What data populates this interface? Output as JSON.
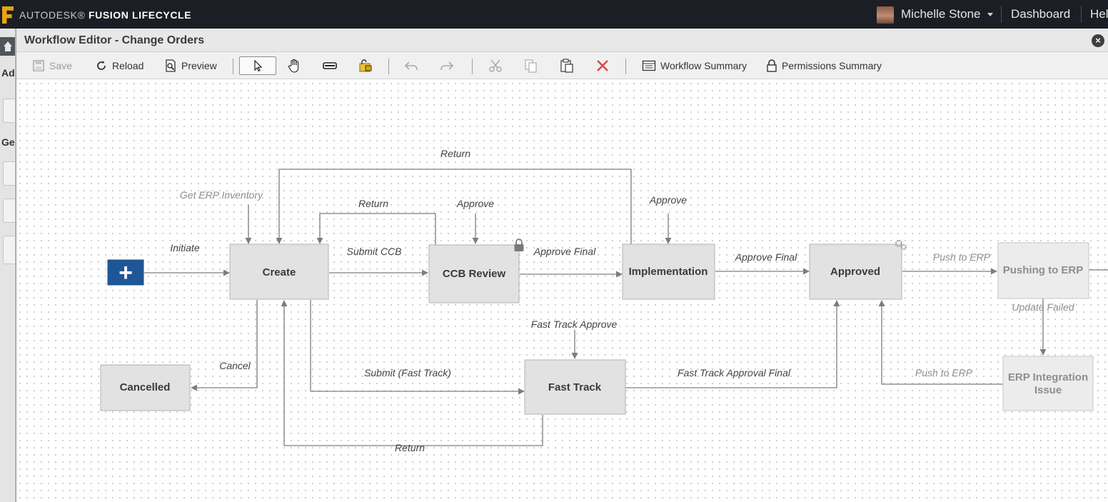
{
  "app": {
    "brand_prefix": "AUTODESK®",
    "brand_name": "FUSION LIFECYCLE",
    "user_name": "Michelle Stone",
    "links": [
      "Dashboard",
      "Hel"
    ]
  },
  "background_page": {
    "labels": [
      "Ad",
      "Ge"
    ]
  },
  "dialog": {
    "title": "Workflow Editor - Change Orders",
    "close_label": "×"
  },
  "toolbar": {
    "save": "Save",
    "reload": "Reload",
    "preview": "Preview",
    "workflow_summary": "Workflow Summary",
    "permissions_summary": "Permissions Summary",
    "tool_icons": [
      "select-arrow-icon",
      "hand-icon",
      "transition-icon",
      "hide-label-icon",
      "undo-icon",
      "redo-icon",
      "cut-icon",
      "copy-icon",
      "paste-icon",
      "delete-icon"
    ]
  },
  "workflow": {
    "states": {
      "start": "+",
      "create": "Create",
      "ccb_review": "CCB Review",
      "implementation": "Implementation",
      "approved": "Approved",
      "pushing_to_erp": "Pushing to ERP",
      "cancelled": "Cancelled",
      "fast_track": "Fast Track",
      "erp_issue_line1": "ERP Integration",
      "erp_issue_line2": "Issue"
    },
    "transitions": {
      "initiate": "Initiate",
      "get_erp_inventory": "Get ERP Inventory",
      "return_top": "Return",
      "return_ccb": "Return",
      "approve_ccb": "Approve",
      "submit_ccb": "Submit CCB",
      "approve_final_ccb": "Approve Final",
      "approve_impl": "Approve",
      "approve_final_impl": "Approve Final",
      "push_to_erp": "Push to ERP",
      "update_failed": "Update Failed",
      "cancel": "Cancel",
      "submit_fast_track": "Submit (Fast Track)",
      "fast_track_approve": "Fast Track Approve",
      "fast_track_approval_final": "Fast Track Approval Final",
      "push_to_erp_retry": "Push to ERP",
      "return_fast_track": "Return"
    },
    "colors": {
      "start": "#1e5696",
      "state_fill": "#e2e2e2",
      "edge": "#7d7d7d"
    }
  }
}
